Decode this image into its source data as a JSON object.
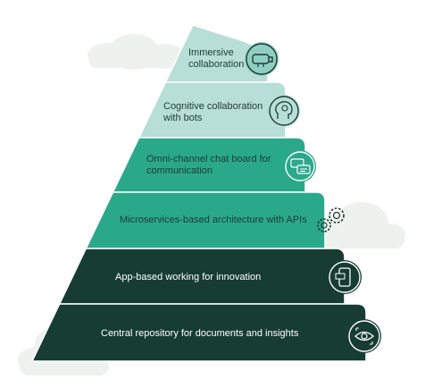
{
  "pyramid": {
    "colors": {
      "tier1": "#b7ded7",
      "tier2": "#b7ded7",
      "tier3": "#2aa98a",
      "tier4": "#2aa98a",
      "tier5": "#173c32",
      "tier6": "#173c32",
      "cloud": "#eef2ee"
    },
    "tiers": [
      {
        "line1": "Immersive",
        "line2": "collaboration",
        "icon": "vr-headset-icon"
      },
      {
        "line1": "Cognitive collaboration",
        "line2": "with bots",
        "icon": "ai-head-icon"
      },
      {
        "line1": "Omni-channel chat board for",
        "line2": "communication",
        "icon": "chat-bubbles-icon"
      },
      {
        "line1": "Microservices-based architecture with APIs",
        "icon": "gears-icon"
      },
      {
        "line1": "App-based working for innovation",
        "icon": "mobile-app-icon"
      },
      {
        "line1": "Central repository for documents and insights",
        "icon": "eye-insight-icon"
      }
    ]
  }
}
